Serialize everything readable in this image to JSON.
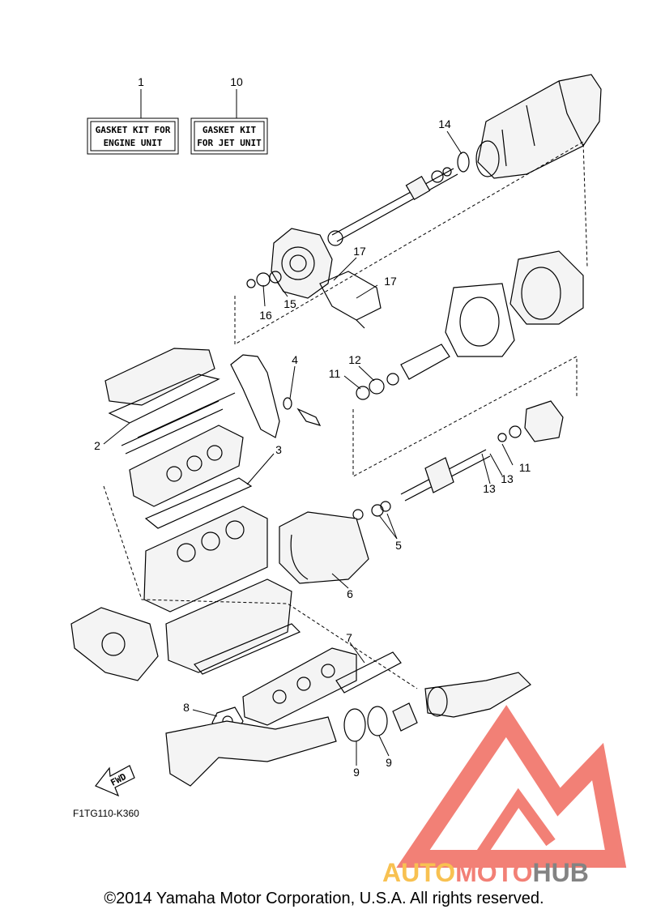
{
  "labels": {
    "gasket_engine": [
      "GASKET KIT FOR",
      "ENGINE UNIT"
    ],
    "gasket_jet": [
      "GASKET KIT",
      "FOR JET UNIT"
    ],
    "fwd": "FWD",
    "figure_code": "F1TG110-K360"
  },
  "callouts": [
    "1",
    "10",
    "14",
    "17",
    "17",
    "16",
    "15",
    "4",
    "12",
    "11",
    "2",
    "3",
    "11",
    "13",
    "13",
    "5",
    "6",
    "7",
    "8",
    "9",
    "9"
  ],
  "watermark": {
    "part1": "AUTO",
    "part2": "MOTO",
    "part3": "HUB",
    "color_red": "#f06a5f",
    "color_orange": "#f7b733",
    "color_gray": "#6e6e6e"
  },
  "copyright": "©2014 Yamaha Motor Corporation, U.S.A. All rights reserved."
}
